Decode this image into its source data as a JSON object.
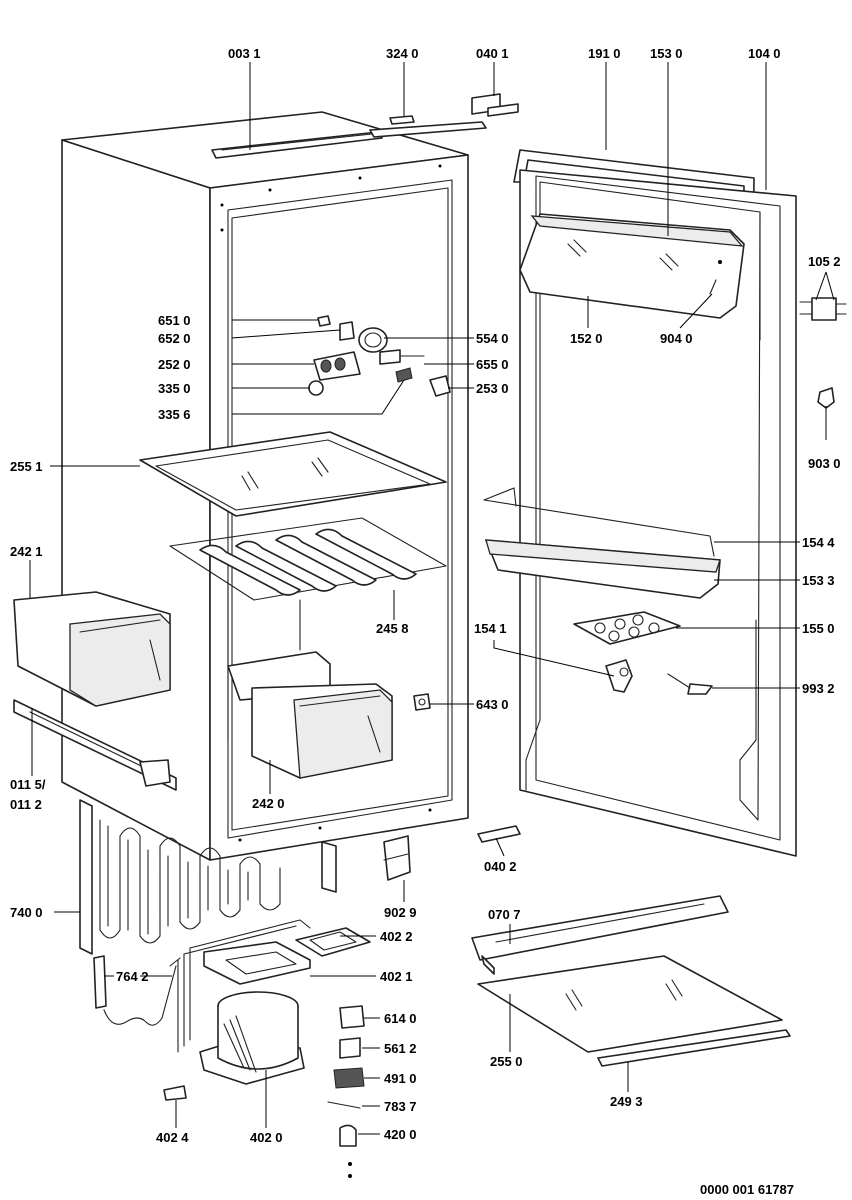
{
  "labels": {
    "l0031": "003 1",
    "l3240": "324 0",
    "l0401": "040 1",
    "l1910": "191 0",
    "l1530": "153 0",
    "l1040": "104 0",
    "l1052": "105 2",
    "l6510": "651 0",
    "l6520": "652 0",
    "l5540": "554 0",
    "l2520": "252 0",
    "l6550": "655 0",
    "l3350": "335 0",
    "l2530": "253 0",
    "l3356": "335 6",
    "l1520": "152 0",
    "l9040": "904 0",
    "l9030": "903 0",
    "l2551": "255 1",
    "l2421": "242 1",
    "l1544": "154 4",
    "l1533": "153 3",
    "l2458": "245 8",
    "l1541": "154 1",
    "l1550": "155 0",
    "l9932": "993 2",
    "l6430": "643 0",
    "l0115": "011 5/",
    "l0112": "011 2",
    "l2420": "242 0",
    "l0402": "040 2",
    "l7400": "740 0",
    "l9029": "902 9",
    "l0707": "070 7",
    "l4022": "402 2",
    "l7642": "764 2",
    "l4021": "402 1",
    "l6140": "614 0",
    "l5612": "561 2",
    "l2550": "255 0",
    "l4910": "491 0",
    "l7837": "783 7",
    "l2493": "249 3",
    "l4024": "402 4",
    "l4020": "402 0",
    "l4200": "420 0"
  },
  "document_number": "0000 001 61787"
}
